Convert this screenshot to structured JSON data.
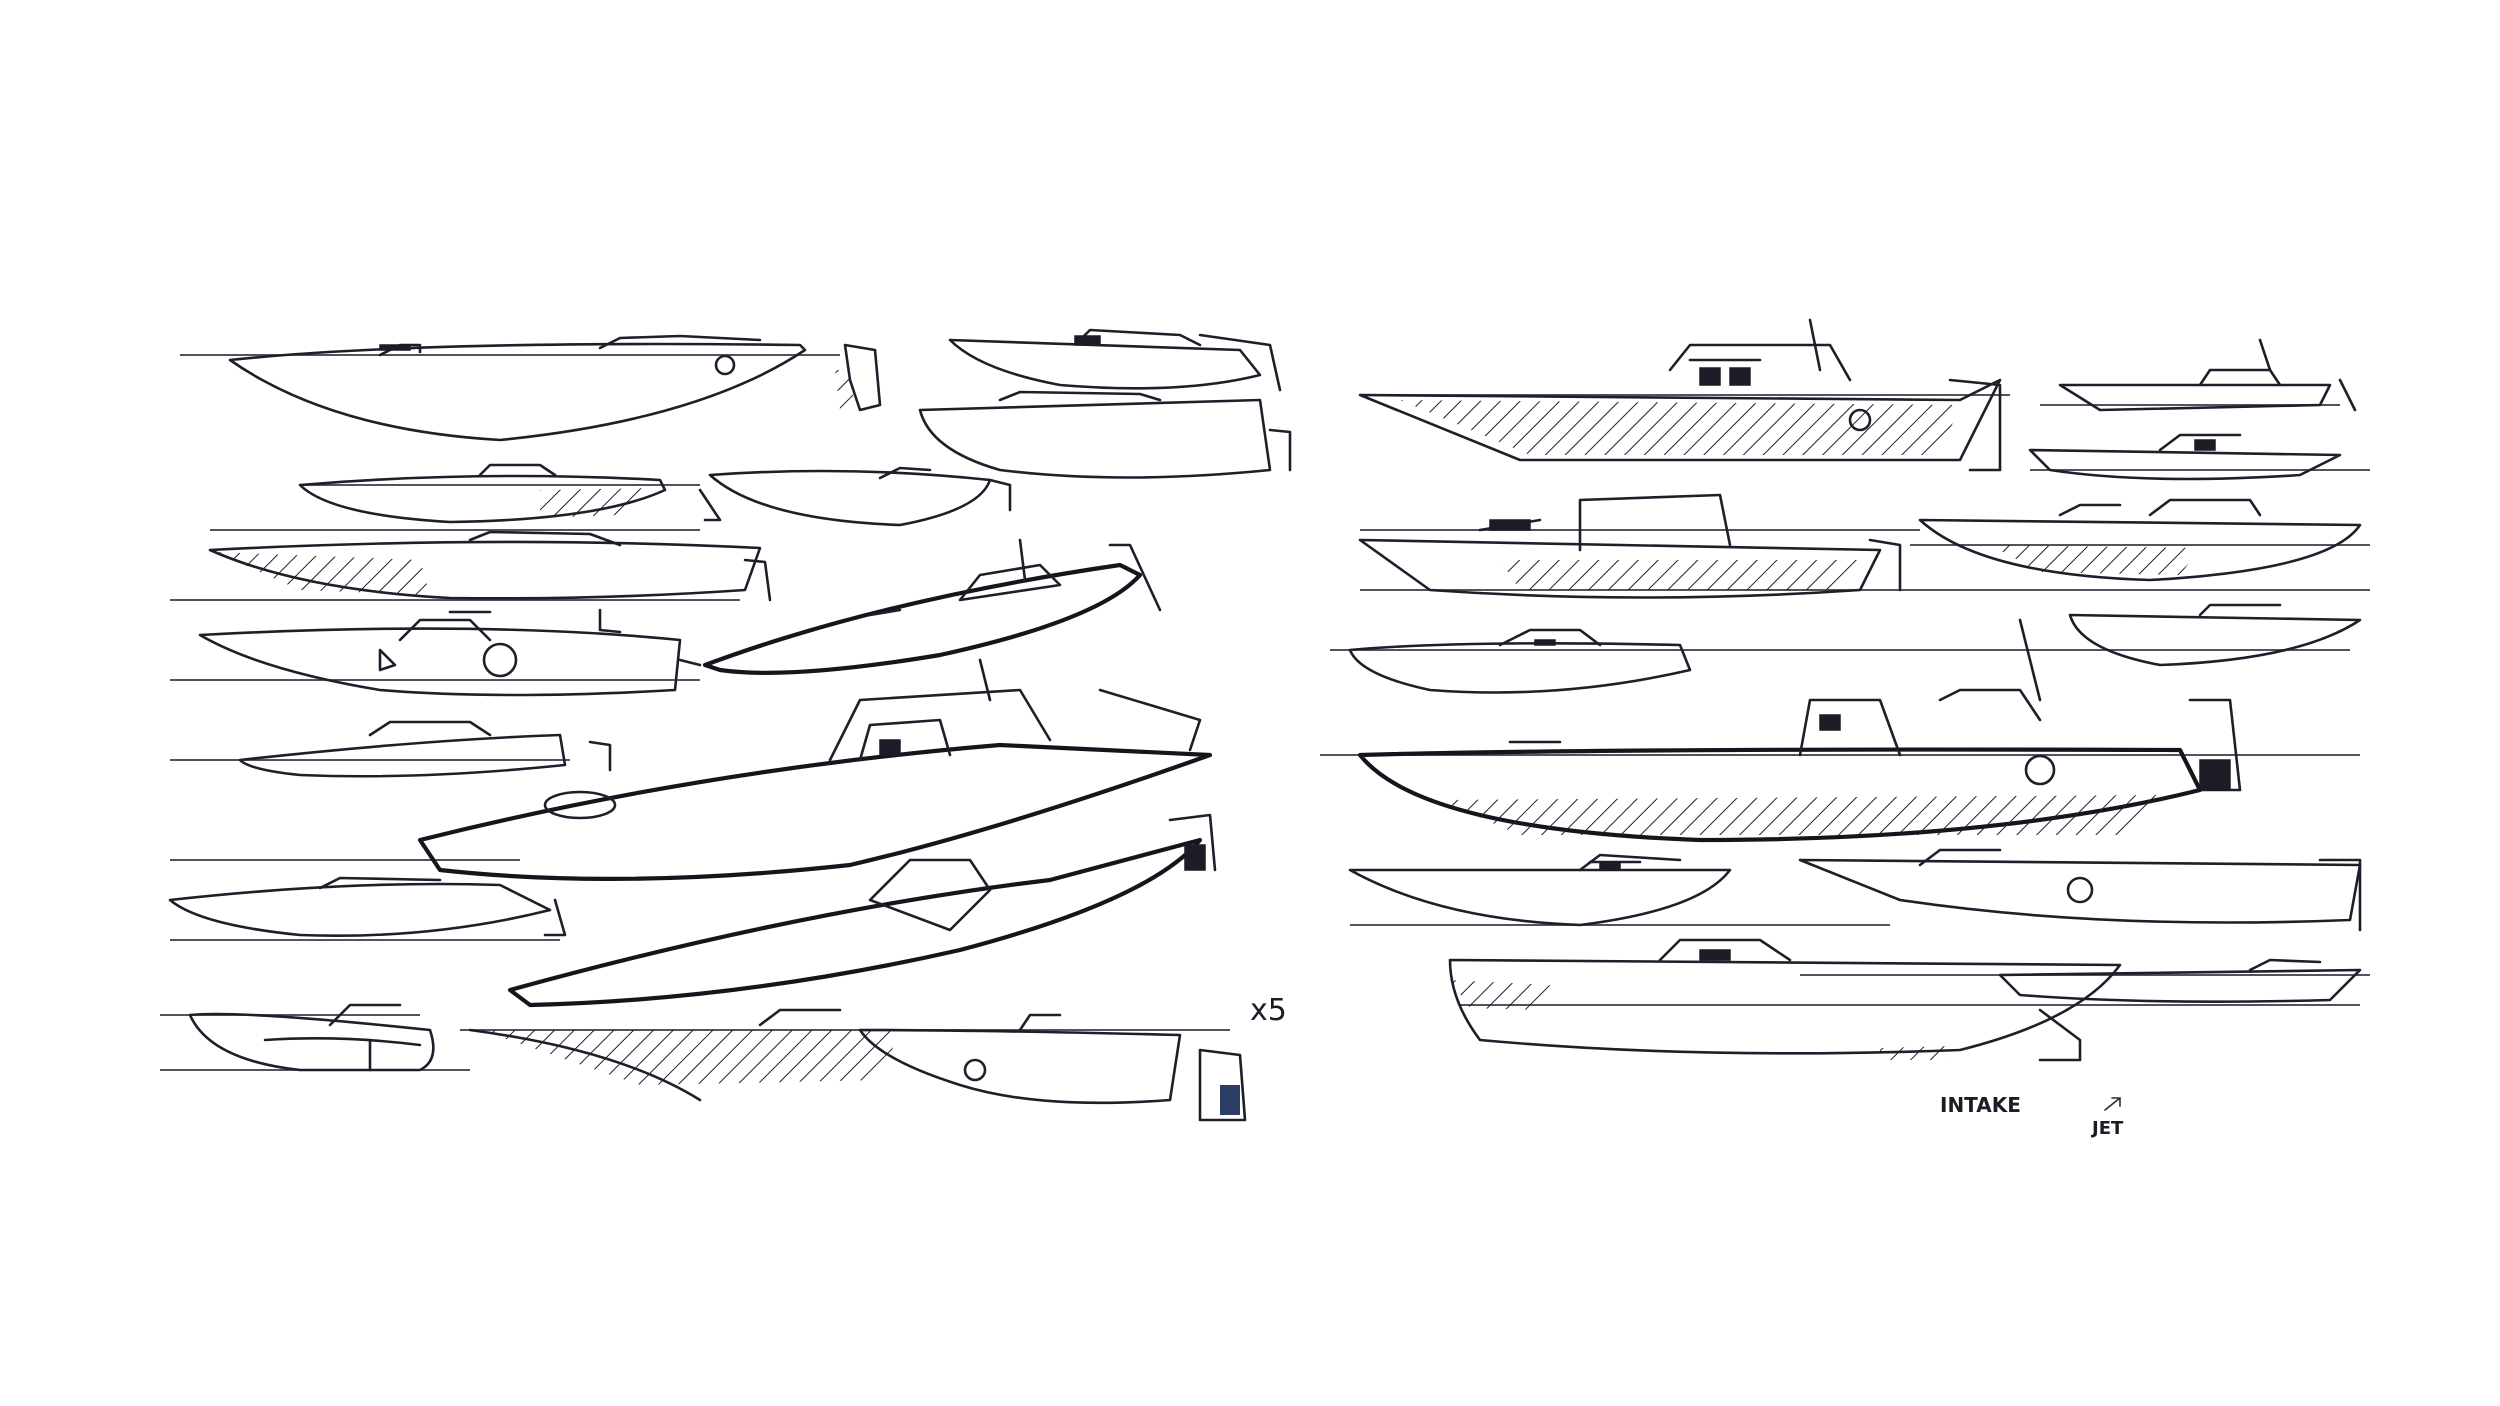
{
  "annotations": {
    "multiplier": "x5",
    "intake": "INTAKE",
    "jet": "JET"
  },
  "colors": {
    "paper": "#ffffff",
    "ink": "#1d1f2a",
    "accent_blue": "#2c3d66"
  }
}
